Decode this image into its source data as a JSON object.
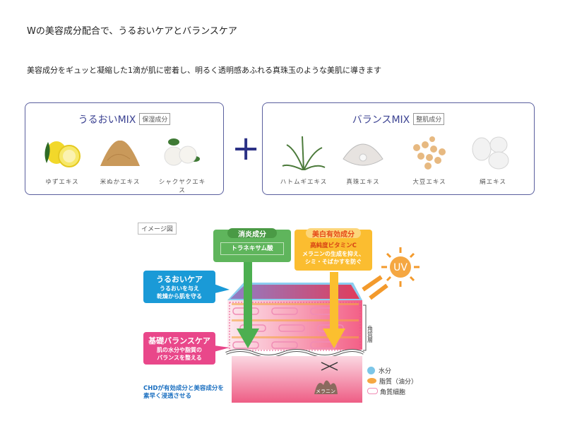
{
  "title": "Wの美容成分配合で、うるおいケアとバランスケア",
  "subtitle": "美容成分をギュッと凝縮した1滴が肌に密着し、明るく透明感あふれる真珠玉のような美肌に導きます",
  "mix_left": {
    "name": "うるおいMIX",
    "tag": "保湿成分",
    "items": [
      {
        "label": "ゆずエキス"
      },
      {
        "label": "米ぬかエキス"
      },
      {
        "label": "シャクヤクエキス"
      }
    ]
  },
  "plus": "+",
  "mix_right": {
    "name": "バランスMIX",
    "tag": "整肌成分",
    "items": [
      {
        "label": "ハトムギエキス"
      },
      {
        "label": "真珠エキス"
      },
      {
        "label": "大豆エキス"
      },
      {
        "label": "絹エキス"
      }
    ]
  },
  "diagram": {
    "image_label": "イメージ図",
    "green": {
      "title": "消炎成分",
      "ingredient": "トラネキサム酸"
    },
    "orange": {
      "title": "美白有効成分",
      "ingredient": "高純度ビタミンC",
      "desc1": "メラニンの生成を抑え、",
      "desc2": "シミ・そばかすを防ぐ"
    },
    "uv": "UV",
    "blue_callout": {
      "title": "うるおいケア",
      "line1": "うるおいを与え",
      "line2": "乾燥から肌を守る"
    },
    "pink_callout": {
      "title": "基礎バランスケア",
      "line1": "肌の水分や脂質の",
      "line2": "バランスを整える"
    },
    "layer_label": "角質層",
    "melanin": "メラニン",
    "chd1": "CHDが有効成分と美容成分を",
    "chd2": "素早く浸透させる",
    "legend": [
      {
        "label": "水分",
        "color": "#7cc6e8"
      },
      {
        "label": "脂質（油分）",
        "color": "#f5a742"
      },
      {
        "label": "角質細胞",
        "color": "#f08cb5"
      }
    ]
  }
}
